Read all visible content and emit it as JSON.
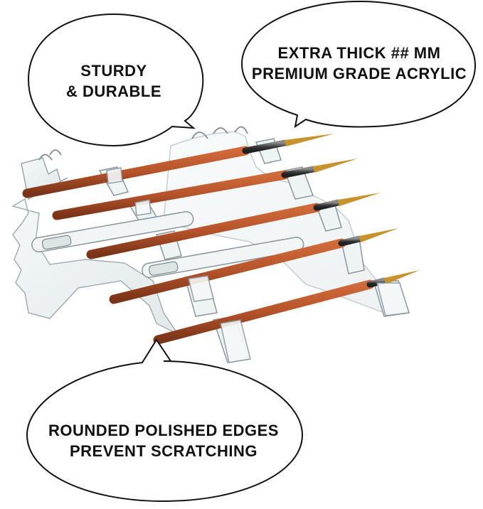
{
  "callouts": {
    "sturdy": {
      "line1": "STURDY",
      "line2": "& DURABLE"
    },
    "thick": {
      "line1": "EXTRA THICK ## MM",
      "line2": "PREMIUM GRADE ACRYLIC"
    },
    "rounded": {
      "line1": "ROUNDED POLISHED EDGES",
      "line2": "PREVENT SCRATCHING"
    }
  },
  "colors": {
    "background": "#ffffff",
    "bubble_stroke": "#111111",
    "bubble_fill": "#ffffff",
    "brush_handle": "#b5532a",
    "brush_ferrule": "#5a5a5a",
    "brush_tip": "#c8922e",
    "acrylic": "#e8eef0",
    "acrylic_edge": "#9aa6ab"
  },
  "product": {
    "name": "acrylic-brush-holder-stand",
    "brush_count": 5,
    "pen_count": 2
  }
}
